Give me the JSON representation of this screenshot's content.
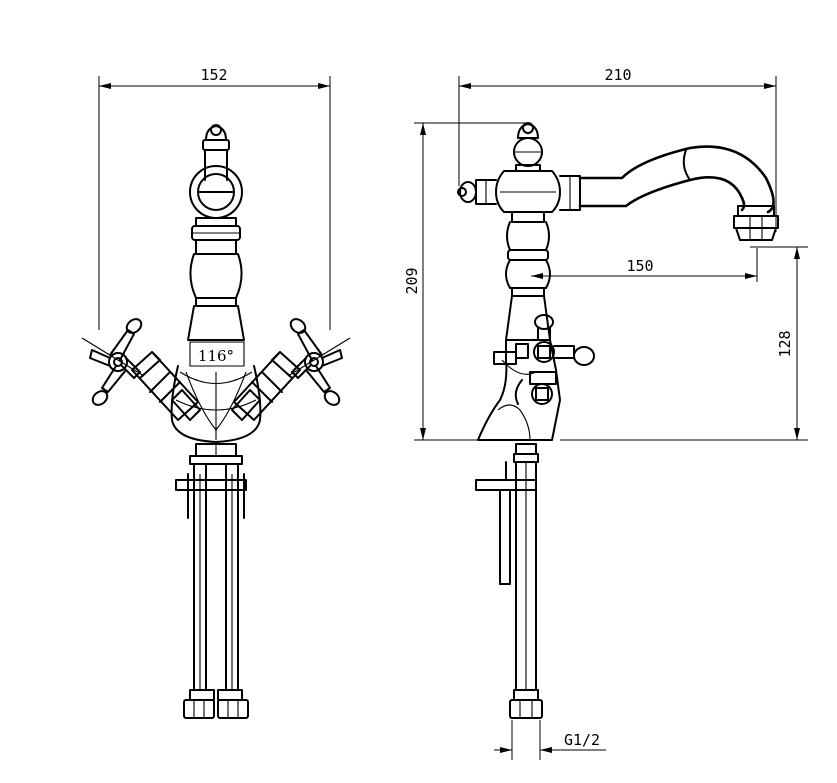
{
  "drawing": {
    "front_view": {
      "width_label": "152",
      "angle_label": "116°"
    },
    "side_view": {
      "projection_label": "210",
      "height_label": "209",
      "spout_reach_label": "150",
      "spout_height_label": "128",
      "thread_label": "G1/2"
    }
  }
}
